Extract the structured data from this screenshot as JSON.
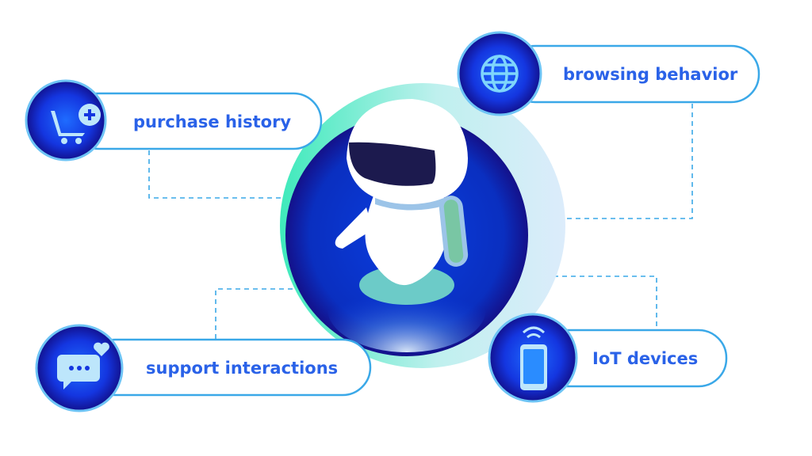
{
  "center": {
    "icon": "robot-icon"
  },
  "nodes": [
    {
      "label": "purchase history",
      "icon": "shopping-cart-plus-icon"
    },
    {
      "label": "browsing behavior",
      "icon": "globe-icon"
    },
    {
      "label": "support interactions",
      "icon": "chat-heart-icon"
    },
    {
      "label": "IoT devices",
      "icon": "smartphone-wifi-icon"
    }
  ],
  "colors": {
    "label": "#2a62e8",
    "border": "#3aa8e8",
    "dark": "#1a0d8c",
    "mint": "#4deac0"
  }
}
